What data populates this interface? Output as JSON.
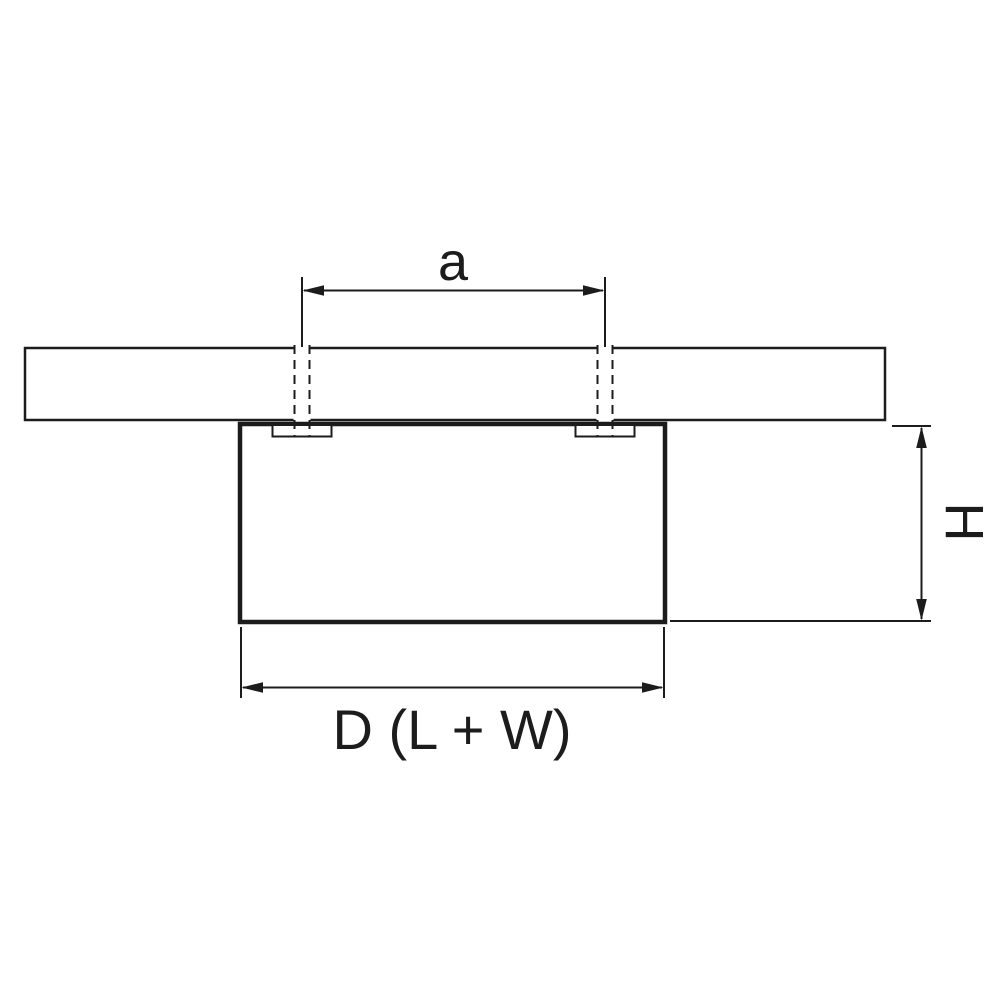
{
  "diagram": {
    "type": "mounting-dimension-drawing",
    "dimensions": {
      "mounting_distance": "a",
      "height": "H",
      "diameter": "D (L + W)"
    }
  },
  "colors": {
    "line": "#1c1c1c",
    "background": "#ffffff"
  }
}
